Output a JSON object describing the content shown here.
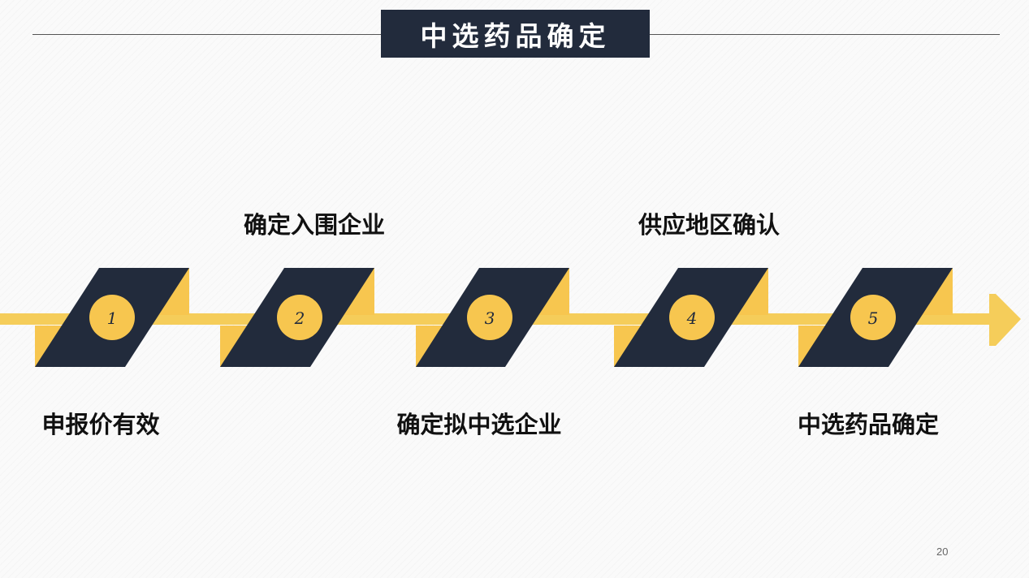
{
  "title": "中选药品确定",
  "steps": [
    {
      "number": "1",
      "label": "申报价有效"
    },
    {
      "number": "2",
      "label": "确定入围企业"
    },
    {
      "number": "3",
      "label": "确定拟中选企业"
    },
    {
      "number": "4",
      "label": "供应地区确认"
    },
    {
      "number": "5",
      "label": "中选药品确定"
    }
  ],
  "page_number": "20",
  "colors": {
    "navy": "#222b3c",
    "gold": "#f7c64f",
    "arrow": "#f5cd5a"
  }
}
